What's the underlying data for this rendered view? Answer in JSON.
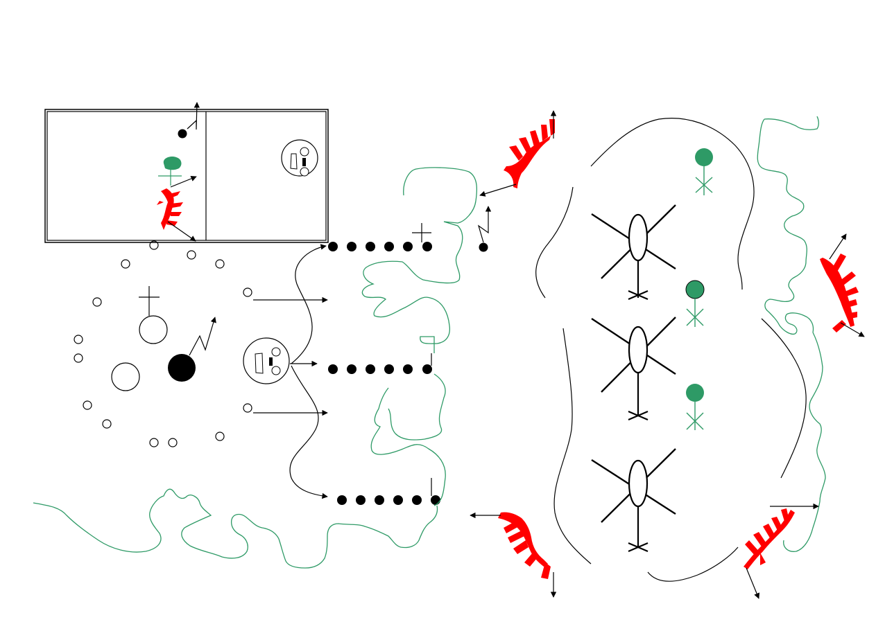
{
  "diagram": {
    "colors": {
      "ink": "#000000",
      "green": "#2e9a66",
      "red": "#ff0000",
      "paper": "#ffffff"
    },
    "inset": {
      "features": [
        "net",
        "player-circle-filled",
        "green-symbol",
        "red-ridge",
        "pie-symbol"
      ]
    },
    "elements": {
      "dot_rows": 3,
      "helicopter_symbols": 3,
      "green_markers": 3,
      "red_ridges": 5
    }
  }
}
